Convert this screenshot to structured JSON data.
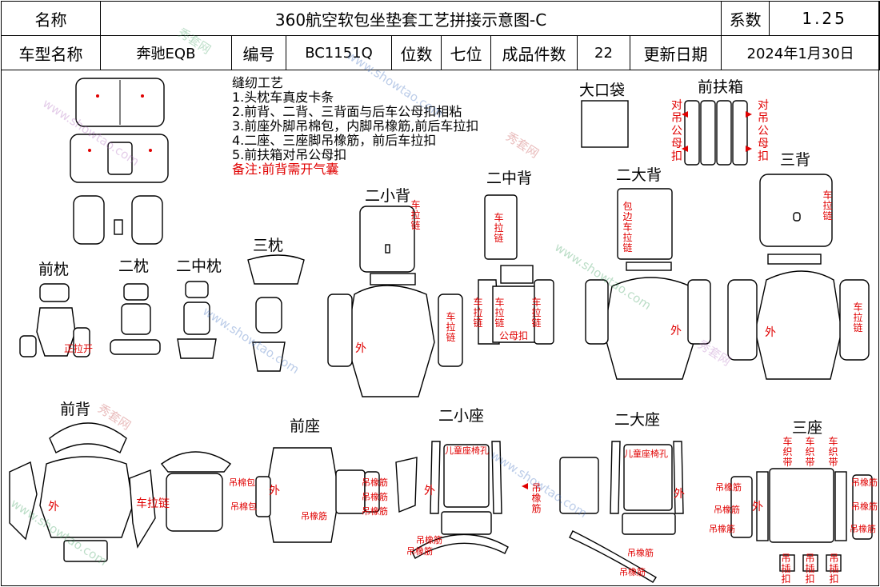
{
  "header": {
    "name_label": "名称",
    "title": "360航空软包坐垫套工艺拼接示意图-C",
    "coef_label": "系数",
    "coef_value": "1.25",
    "model_label": "车型名称",
    "model_value": "奔驰EQB",
    "code_label": "编号",
    "code_value": "BC1151Q",
    "seats_label": "位数",
    "seats_value": "七位",
    "pieces_label": "成品件数",
    "pieces_value": "22",
    "date_label": "更新日期",
    "date_value": "2024年1月30日"
  },
  "notes": {
    "title": "缝纫工艺",
    "lines": [
      "1.头枕车真皮卡条",
      "2.前背、二背、三背面与后车公母扣相粘",
      "3.前座外脚吊棉包，内脚吊橡筋,前后车拉扣",
      "4.二座、三座脚吊橡筋，前后车拉扣",
      "5.前扶箱对吊公母扣"
    ],
    "remark": "备注:前背需开气囊"
  },
  "labels": {
    "big_pocket": "大口袋",
    "front_armrest": "前扶箱",
    "third_back": "三背",
    "second_big_back": "二大背",
    "second_mid_back": "二中背",
    "second_small_back": "二小背",
    "third_headrest": "三枕",
    "front_headrest": "前枕",
    "second_headrest": "二枕",
    "second_mid_headrest": "二中枕",
    "front_back": "前背",
    "front_seat": "前座",
    "second_small_seat": "二小座",
    "second_big_seat": "二大座",
    "third_seat": "三座"
  },
  "annotations": {
    "dui_diao_gong_mu_kou": "对吊公母扣",
    "che_la_lian": "车拉链",
    "bao_bian_che_la_lian": "包边车拉链",
    "gong_mu_kou": "公母扣",
    "wai": "外",
    "diao_mian_bao": "吊棉包",
    "diao_xiang_jin": "吊橡筋",
    "er_tong_zuo_yi_kong": "儿童座椅孔",
    "zheng_la_kai": "正拉开",
    "che_zhi_dai": "车织带",
    "diao_cha_kou": "吊插扣"
  },
  "watermark": {
    "site": "www.showtao.com",
    "brand": "秀套网"
  }
}
